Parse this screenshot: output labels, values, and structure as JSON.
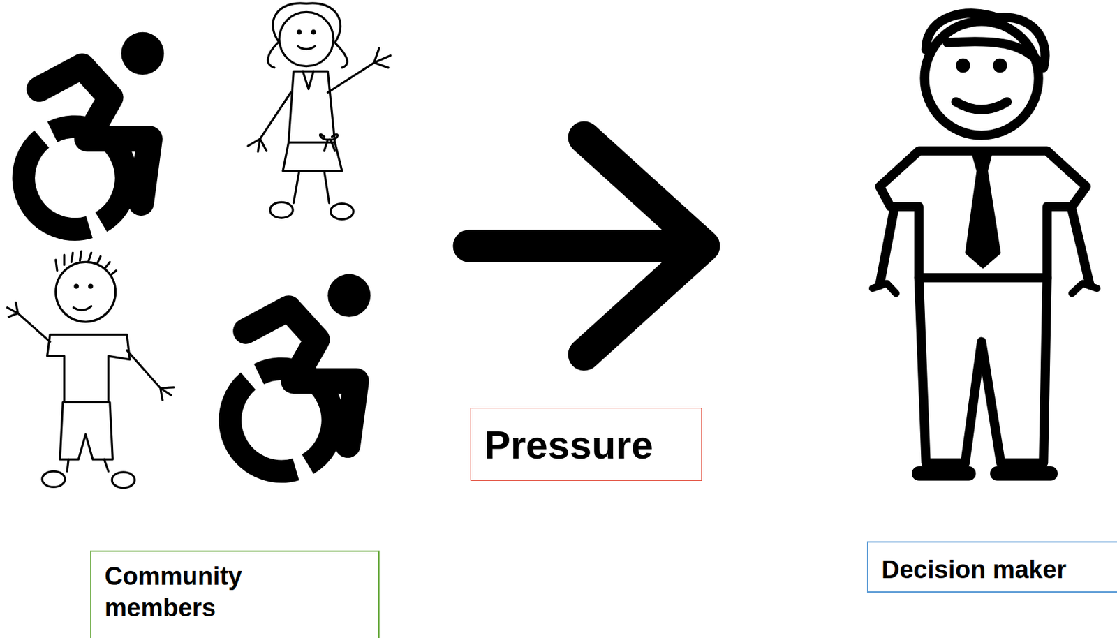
{
  "diagram": {
    "nodes": [
      {
        "text": [
          "Community members"
        ]
      },
      {
        "text": [
          "Pressure"
        ]
      },
      {
        "text": [
          "Decision maker"
        ]
      }
    ],
    "edges": [
      {
        "from": 0,
        "to": 2,
        "arrow": "to"
      }
    ]
  }
}
